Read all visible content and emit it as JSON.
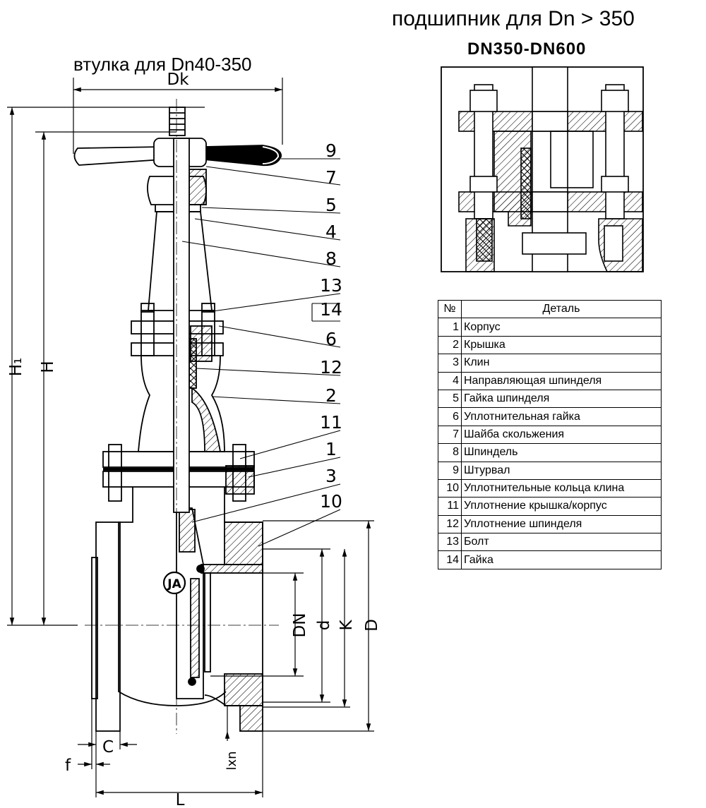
{
  "header": {
    "bearing_title": "подшипник для Dn > 350",
    "bearing_range": "DN350-DN600",
    "bushing_title": "втулка для Dn40-350"
  },
  "dimensions": {
    "dk": "Dk",
    "h1": "H₁",
    "h": "H",
    "dn": "DN",
    "d_small": "d",
    "k": "K",
    "d_big": "D",
    "c": "C",
    "f": "f",
    "l": "L",
    "lxn": "lxn"
  },
  "callouts": [
    "9",
    "7",
    "5",
    "4",
    "8",
    "13",
    "14",
    "6",
    "12",
    "2",
    "11",
    "1",
    "3",
    "10"
  ],
  "logo": {
    "text": "JA"
  },
  "parts_table": {
    "headers": [
      "№",
      "Деталь"
    ],
    "rows": [
      {
        "no": "1",
        "name": "Корпус"
      },
      {
        "no": "2",
        "name": "Крышка"
      },
      {
        "no": "3",
        "name": "Клин"
      },
      {
        "no": "4",
        "name": "Направляющая шпинделя"
      },
      {
        "no": "5",
        "name": "Гайка шпинделя"
      },
      {
        "no": "6",
        "name": "Уплотнительная гайка"
      },
      {
        "no": "7",
        "name": "Шайба скольжения"
      },
      {
        "no": "8",
        "name": "Шпиндель"
      },
      {
        "no": "9",
        "name": "Штурвал"
      },
      {
        "no": "10",
        "name": "Уплотнительные кольца клина"
      },
      {
        "no": "11",
        "name": "Уплотнение крышка/корпус"
      },
      {
        "no": "12",
        "name": "Уплотнение шпинделя"
      },
      {
        "no": "13",
        "name": "Болт"
      },
      {
        "no": "14",
        "name": "Гайка"
      }
    ]
  }
}
